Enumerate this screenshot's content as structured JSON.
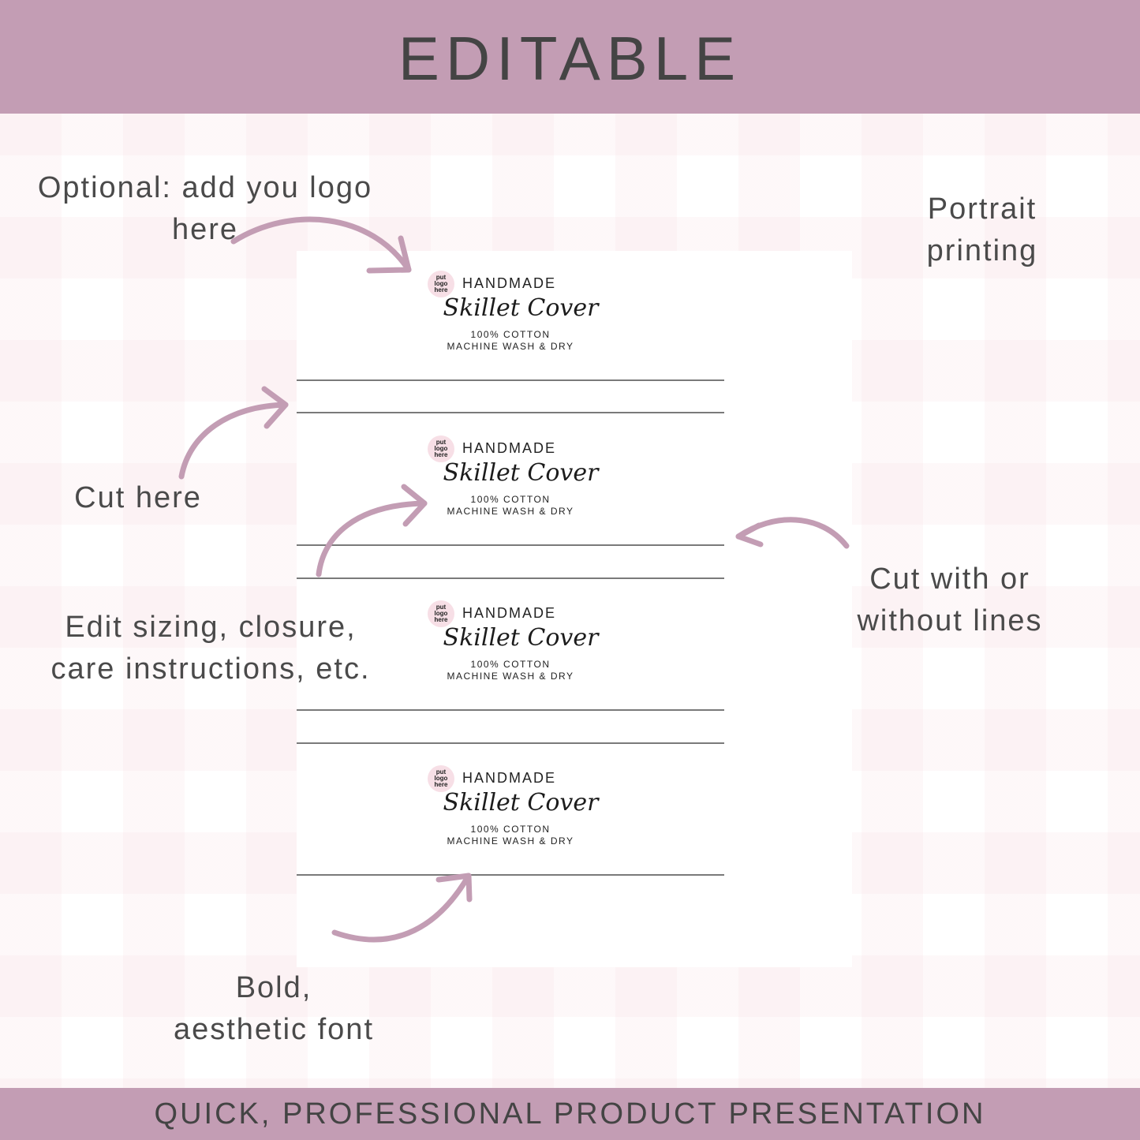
{
  "header": {
    "title": "EDITABLE"
  },
  "footer": {
    "title": "QUICK, PROFESSIONAL PRODUCT PRESENTATION"
  },
  "colors": {
    "accent": "#c39db4",
    "text": "#4a4a4a",
    "logo_bg": "#f7dfe6"
  },
  "labels": [
    {
      "logo": [
        "put",
        "logo",
        "here"
      ],
      "brand": "HANDMADE",
      "product": "Skillet Cover",
      "material": "100% COTTON",
      "care": "MACHINE WASH & DRY"
    },
    {
      "logo": [
        "put",
        "logo",
        "here"
      ],
      "brand": "HANDMADE",
      "product": "Skillet Cover",
      "material": "100% COTTON",
      "care": "MACHINE WASH & DRY"
    },
    {
      "logo": [
        "put",
        "logo",
        "here"
      ],
      "brand": "HANDMADE",
      "product": "Skillet Cover",
      "material": "100% COTTON",
      "care": "MACHINE WASH & DRY"
    },
    {
      "logo": [
        "put",
        "logo",
        "here"
      ],
      "brand": "HANDMADE",
      "product": "Skillet Cover",
      "material": "100% COTTON",
      "care": "MACHINE WASH & DRY"
    }
  ],
  "annotations": {
    "logo_note": [
      "Optional: add you logo",
      "here"
    ],
    "orientation_note": [
      "Portrait",
      "printing"
    ],
    "cut_note": [
      "Cut here"
    ],
    "edit_note": [
      "Edit sizing, closure,",
      "care instructions, etc."
    ],
    "lines_note": [
      "Cut with or",
      "without lines"
    ],
    "font_note": [
      "Bold,",
      "aesthetic font"
    ]
  },
  "icons": [
    "curved-arrow-icon"
  ]
}
